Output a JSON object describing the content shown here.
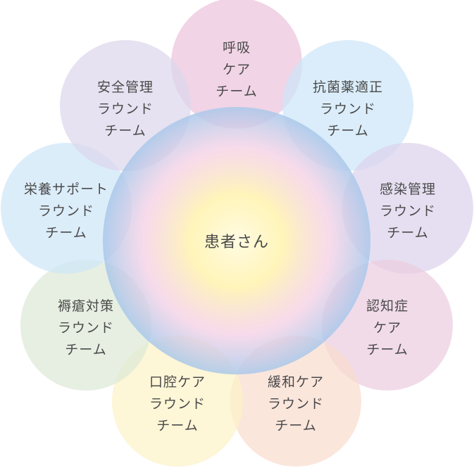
{
  "center": {
    "label": "患者さん"
  },
  "teams": [
    {
      "id": "respiratory",
      "lines": [
        "呼吸",
        "ケア",
        "チーム"
      ],
      "color": "#ecc3dc"
    },
    {
      "id": "antimicrobial",
      "lines": [
        "抗菌薬適正",
        "ラウンド",
        "チーム"
      ],
      "color": "#cde6f8"
    },
    {
      "id": "infection-control",
      "lines": [
        "感染管理",
        "ラウンド",
        "チーム"
      ],
      "color": "#ddd3ec"
    },
    {
      "id": "dementia",
      "lines": [
        "認知症",
        "ケア",
        "チーム"
      ],
      "color": "#eccde1"
    },
    {
      "id": "palliative",
      "lines": [
        "緩和ケア",
        "ラウンド",
        "チーム"
      ],
      "color": "#f9dcce"
    },
    {
      "id": "oral-care",
      "lines": [
        "口腔ケア",
        "ラウンド",
        "チーム"
      ],
      "color": "#fcf2c8"
    },
    {
      "id": "pressure-ulcer",
      "lines": [
        "褥瘡対策",
        "ラウンド",
        "チーム"
      ],
      "color": "#dde9d7"
    },
    {
      "id": "nutrition",
      "lines": [
        "栄養サポート",
        "ラウンド",
        "チーム"
      ],
      "color": "#cfe6f8"
    },
    {
      "id": "safety",
      "lines": [
        "安全管理",
        "ラウンド",
        "チーム"
      ],
      "color": "#ddd7ec"
    }
  ]
}
